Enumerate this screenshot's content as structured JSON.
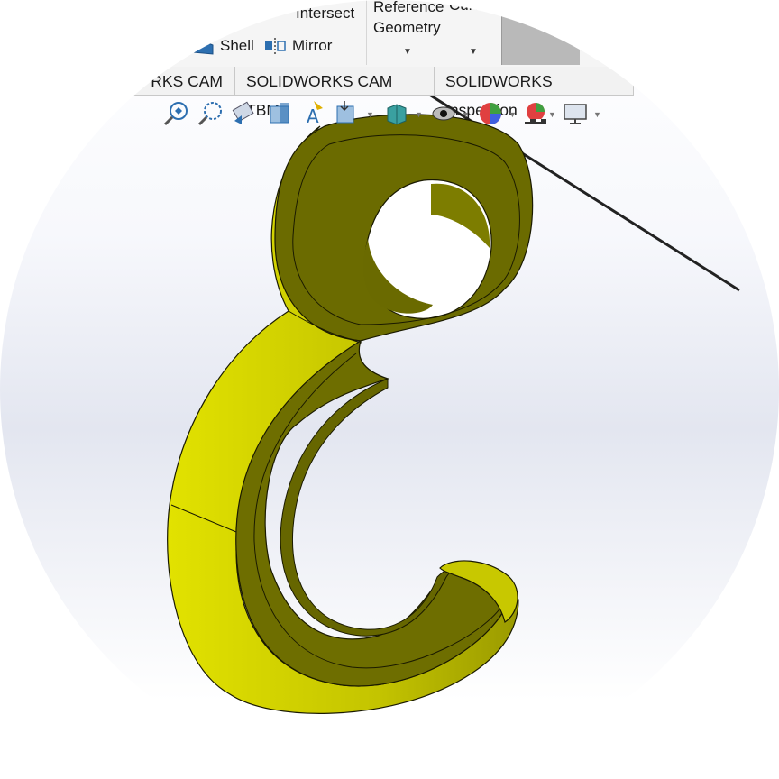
{
  "ribbon": {
    "intersect_label": "Intersect",
    "shell_label": "Shell",
    "mirror_label": "Mirror",
    "reference_geometry_line1": "Reference",
    "reference_geometry_line2": "Geometry",
    "curves_label": "Curv"
  },
  "tabs": [
    {
      "label": "RKS CAM"
    },
    {
      "label": "SOLIDWORKS CAM TBM"
    },
    {
      "label": "SOLIDWORKS Inspection"
    }
  ],
  "heads_up_toolbar": {
    "icons": [
      "zoom-to-fit-icon",
      "zoom-to-area-icon",
      "previous-view-icon",
      "section-view-icon",
      "dynamic-annotation-view-icon",
      "view-orientation-icon",
      "display-style-icon",
      "hide-show-items-icon",
      "edit-appearance-icon",
      "apply-scene-icon",
      "view-settings-icon"
    ]
  },
  "model": {
    "body_color": "#6b6b00",
    "highlight_color": "#d4d400",
    "edge_color": "#1a1a00"
  }
}
